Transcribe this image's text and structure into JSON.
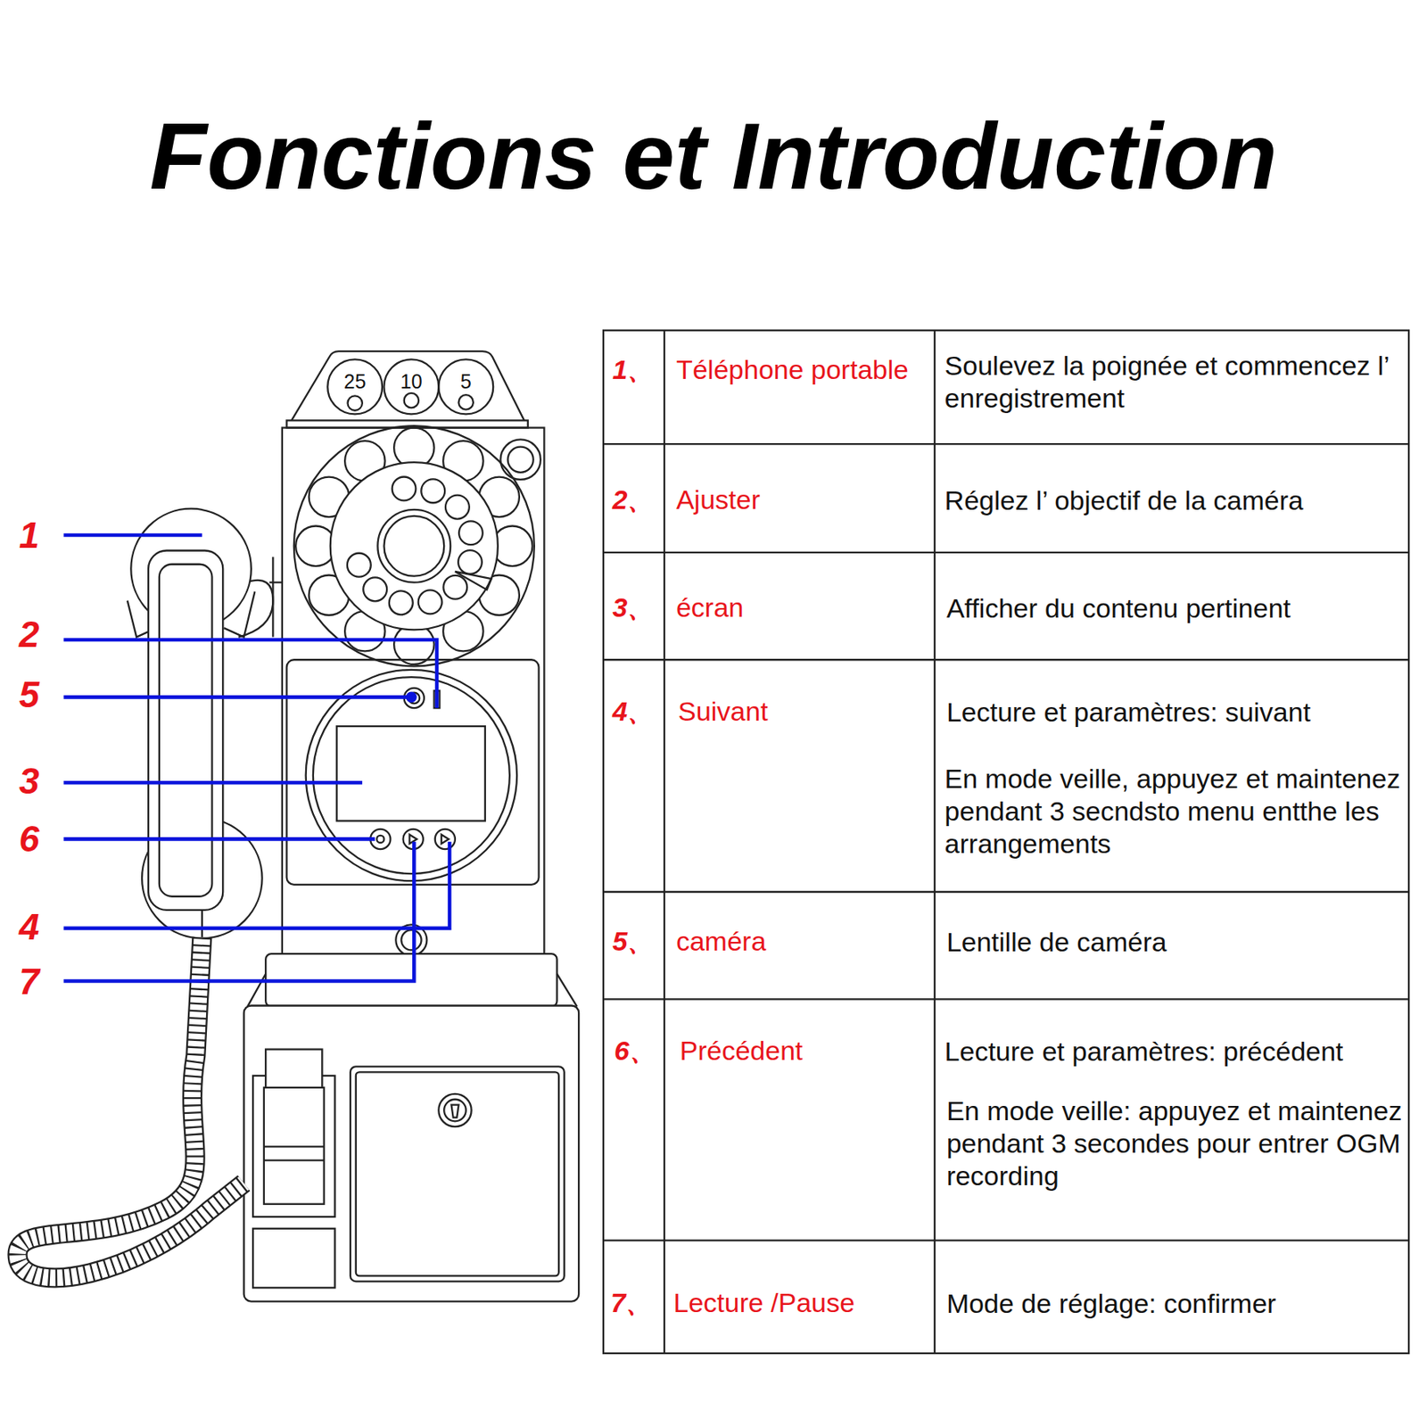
{
  "diagram": {
    "title": "Fonctions et Introduction",
    "labels": [
      "1",
      "2",
      "5",
      "3",
      "6",
      "4",
      "7",
      "25",
      "10",
      "5",
      "1、",
      "Téléphone portable",
      "Soulevez la poignée et commencez l’ enregistrement",
      "2、",
      "Ajuster",
      "Réglez l’ objectif de la caméra",
      "3、",
      "écran",
      "Afficher du contenu pertinent",
      "4、",
      "Suivant",
      "Lecture et paramètres: suivant",
      "En mode veille, appuyez et maintenez pendant 3 secndsto menu entthe les arrangements",
      "5、",
      "caméra",
      "Lentille de caméra",
      "6、",
      "Précédent",
      "Lecture et paramètres: précédent",
      "En mode veille: appuyez et maintenez pendant 3 secondes pour entrer OGM recording",
      "7、",
      "Lecture /Pause",
      "Mode de réglage: confirmer"
    ]
  }
}
